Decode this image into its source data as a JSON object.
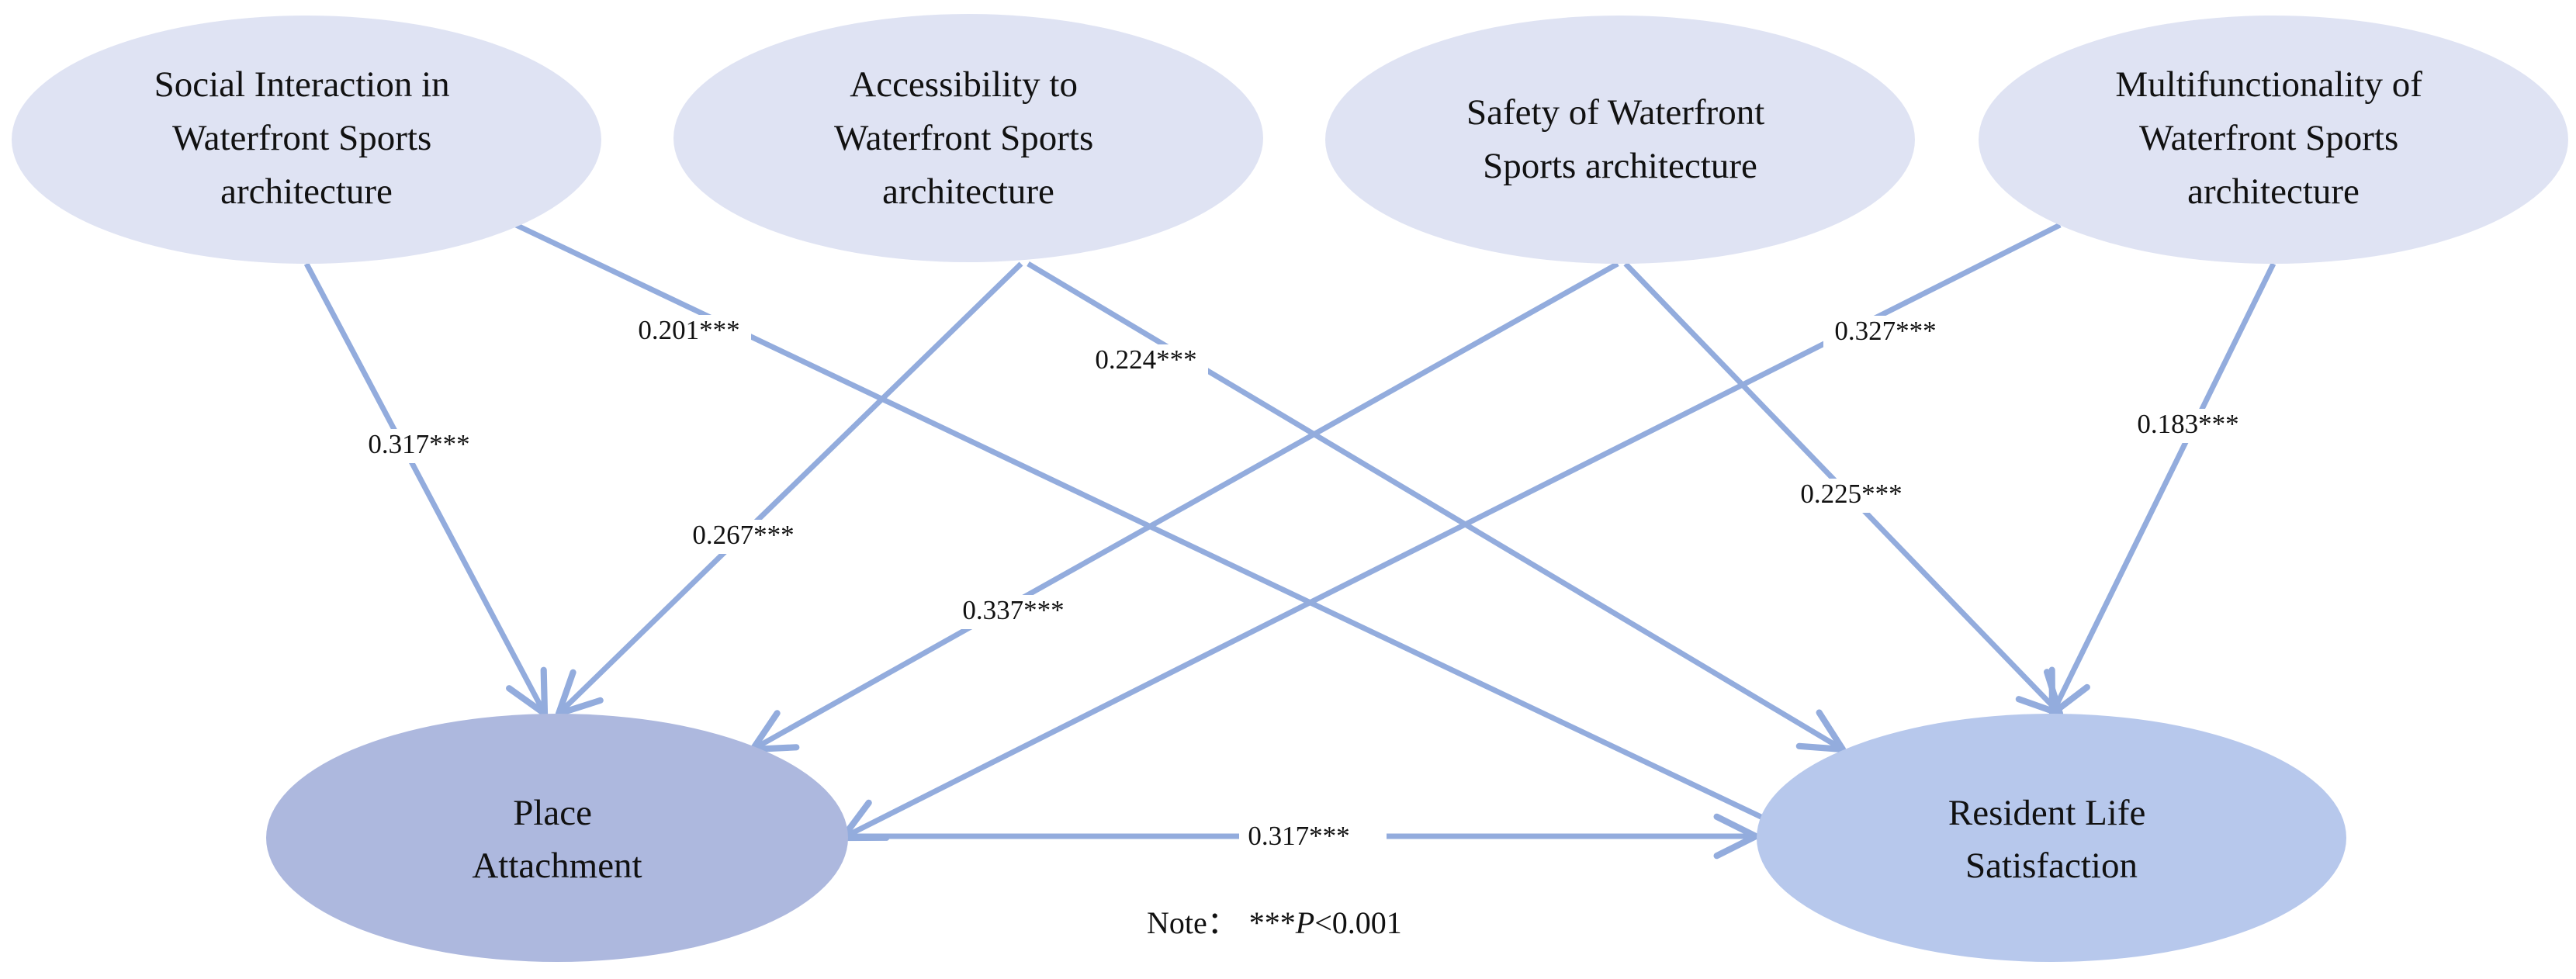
{
  "nodes": {
    "social": {
      "lines": [
        "Social Interaction in",
        "Waterfront Sports",
        "architecture"
      ],
      "fill": "#dfe3f3"
    },
    "access": {
      "lines": [
        "Accessibility to",
        "Waterfront Sports",
        "architecture"
      ],
      "fill": "#dfe3f3"
    },
    "safety": {
      "lines": [
        "Safety of Waterfront",
        "Sports architecture"
      ],
      "fill": "#dfe3f3"
    },
    "multi": {
      "lines": [
        "Multifunctionality of",
        "Waterfront Sports",
        "architecture"
      ],
      "fill": "#dfe3f3"
    },
    "place": {
      "lines": [
        "Place",
        "Attachment"
      ],
      "fill": "#adb8de"
    },
    "resident": {
      "lines": [
        "Resident Life",
        "Satisfaction"
      ],
      "fill": "#b7c8ec"
    }
  },
  "edges": {
    "social_place": "0.317***",
    "social_resident": "0.201***",
    "access_place": "0.267***",
    "access_resident": "0.224***",
    "safety_place": "0.337***",
    "safety_resident": "0.225***",
    "multi_place": "0.327***",
    "multi_resident": "0.183***",
    "place_resident": "0.317***"
  },
  "note": {
    "prefix": "Note：",
    "stars": "***",
    "p": "P",
    "threshold": "<0.001"
  },
  "colors": {
    "arrow": "#93acdd",
    "top_node": "#dfe3f3",
    "place_node": "#adb8de",
    "resident_node": "#b7c8ec"
  }
}
